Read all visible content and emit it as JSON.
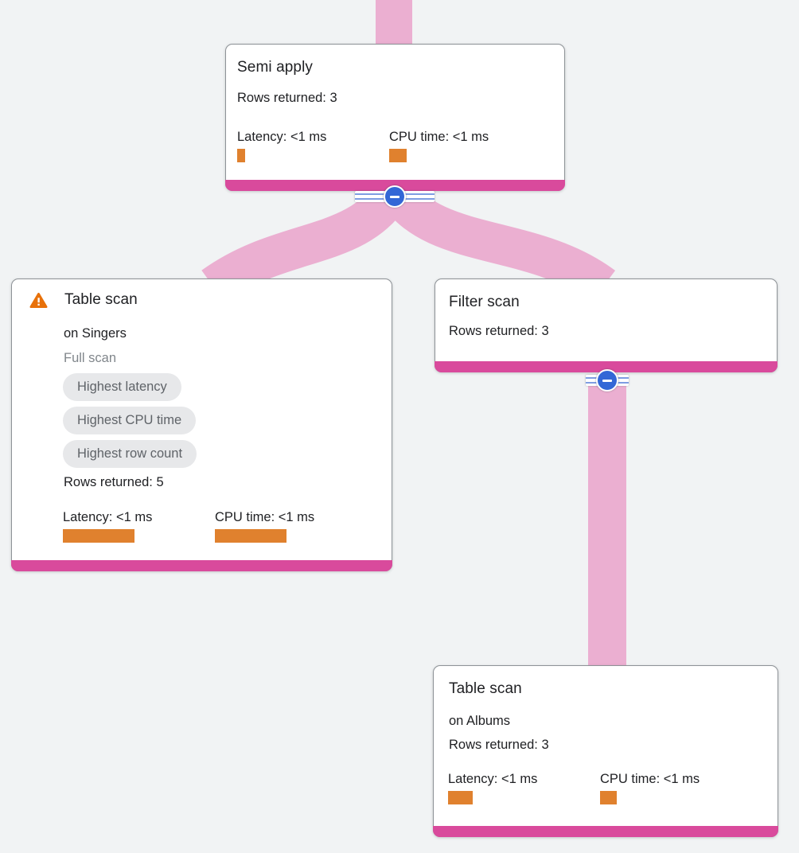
{
  "colors": {
    "canvas_bg": "#f1f3f4",
    "edge_pink": "#ebafd1",
    "footer_magenta": "#d94a9c",
    "bar_orange": "#e0812e",
    "warning_orange": "#e8710a",
    "collapse_blue": "#3367d6",
    "stripe_blue": "#7e9de2",
    "pill_bg": "#e7e8ea",
    "pill_text": "#5f6368"
  },
  "nodes": {
    "semi_apply": {
      "title": "Semi apply",
      "rows_returned": "Rows returned: 3",
      "latency_label": "Latency: <1 ms",
      "cpu_label": "CPU time: <1 ms",
      "bars": {
        "latency": 10,
        "cpu": 22
      }
    },
    "table_scan_singers": {
      "title": "Table scan",
      "subtitle": "on Singers",
      "scan_type": "Full scan",
      "badges": [
        "Highest latency",
        "Highest CPU time",
        "Highest row count"
      ],
      "rows_returned": "Rows returned: 5",
      "latency_label": "Latency: <1 ms",
      "cpu_label": "CPU time: <1 ms",
      "bars": {
        "latency": 90,
        "cpu": 90
      }
    },
    "filter_scan": {
      "title": "Filter scan",
      "rows_returned": "Rows returned: 3"
    },
    "table_scan_albums": {
      "title": "Table scan",
      "subtitle": "on Albums",
      "rows_returned": "Rows returned: 3",
      "latency_label": "Latency: <1 ms",
      "cpu_label": "CPU time: <1 ms",
      "bars": {
        "latency": 31,
        "cpu": 21
      }
    }
  }
}
